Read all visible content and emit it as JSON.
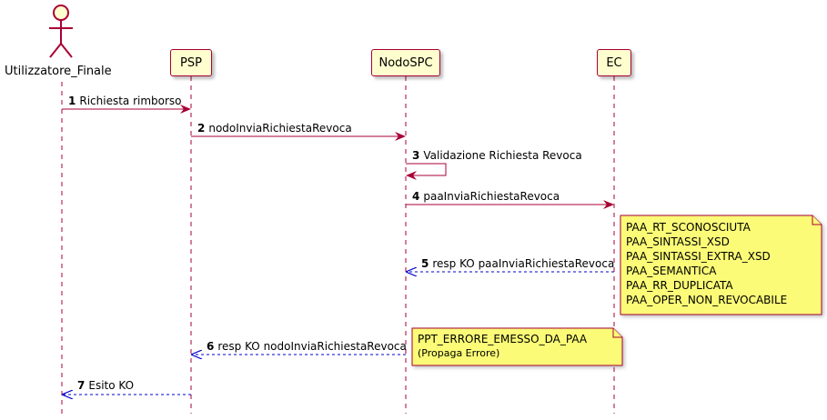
{
  "colors": {
    "participant_fill": "#FEFECE",
    "participant_border": "#A80036",
    "lifeline": "#A80036",
    "sync_arrow": "#A80036",
    "return_arrow": "#0000CC",
    "note_fill": "#FBFB77"
  },
  "actor": {
    "label": "Utilizzatore_Finale",
    "icon": "stick-figure-icon"
  },
  "participants": {
    "psp": "PSP",
    "nodo": "NodoSPC",
    "ec": "EC"
  },
  "messages": [
    {
      "num": "1",
      "text": "Richiesta rimborso"
    },
    {
      "num": "2",
      "text": "nodoInviaRichiestaRevoca"
    },
    {
      "num": "3",
      "text": "Validazione Richiesta Revoca"
    },
    {
      "num": "4",
      "text": "paaInviaRichiestaRevoca"
    },
    {
      "num": "5",
      "text": "resp KO paaInviaRichiestaRevoca"
    },
    {
      "num": "6",
      "text": "resp KO nodoInviaRichiestaRevoca"
    },
    {
      "num": "7",
      "text": "Esito KO"
    }
  ],
  "notes": {
    "ec_errors": [
      "PAA_RT_SCONOSCIUTA",
      "PAA_SINTASSI_XSD",
      "PAA_SINTASSI_EXTRA_XSD",
      "PAA_SEMANTICA",
      "PAA_RR_DUPLICATA",
      "PAA_OPER_NON_REVOCABILE"
    ],
    "nodo_error": [
      "PPT_ERRORE_EMESSO_DA_PAA",
      "(Propaga Errore)"
    ]
  }
}
